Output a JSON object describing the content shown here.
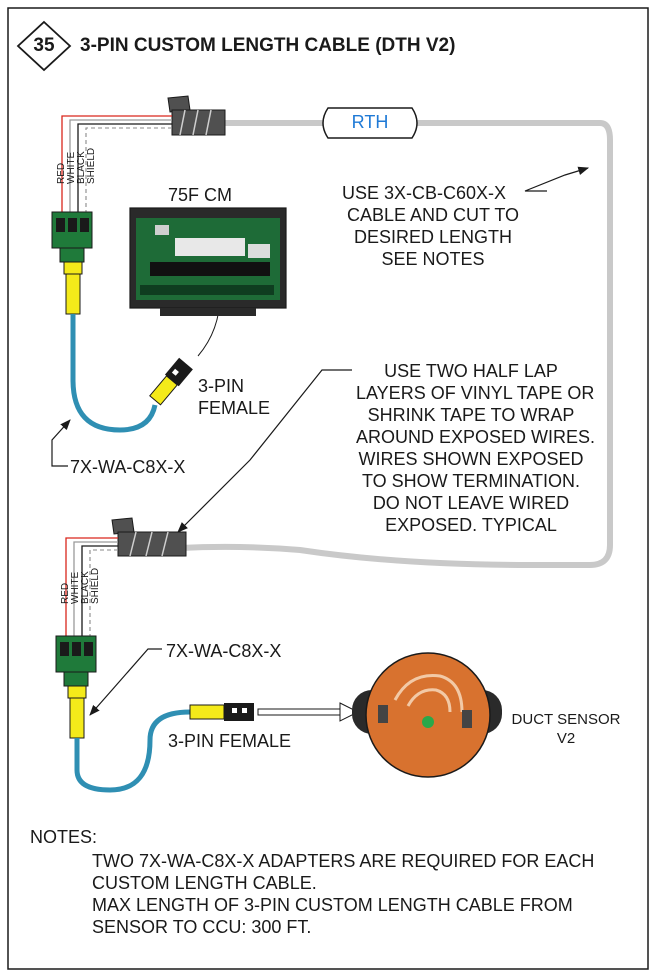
{
  "header": {
    "badge_number": "35",
    "title": "3-PIN CUSTOM LENGTH CABLE (DTH V2)"
  },
  "labels": {
    "rth": "RTH",
    "cm_title": "75F CM",
    "cable_note": [
      "USE 3X-CB-C60X-X",
      "CABLE AND CUT TO",
      "DESIRED LENGTH",
      "SEE NOTES"
    ],
    "female_top": [
      "3-PIN",
      "FEMALE"
    ],
    "adapter_top": "7X-WA-C8X-X",
    "tape_note": [
      "USE TWO HALF LAP",
      "LAYERS OF VINYL TAPE OR",
      "SHRINK TAPE TO WRAP",
      "AROUND EXPOSED WIRES.",
      "WIRES SHOWN EXPOSED",
      "TO SHOW TERMINATION.",
      "DO NOT LEAVE WIRED",
      "EXPOSED. TYPICAL"
    ],
    "adapter_bottom": "7X-WA-C8X-X",
    "female_bottom": "3-PIN FEMALE",
    "duct_sensor": [
      "DUCT SENSOR",
      "V2"
    ],
    "wire_colors": [
      "RED",
      "WHITE",
      "BLACK",
      "SHIELD"
    ]
  },
  "notes": {
    "heading": "NOTES:",
    "lines": [
      "TWO 7X-WA-C8X-X ADAPTERS ARE REQUIRED FOR EACH",
      "CUSTOM LENGTH CABLE.",
      "MAX LENGTH OF 3-PIN CUSTOM LENGTH CABLE FROM",
      "SENSOR TO CCU: 300 FT."
    ]
  },
  "colors": {
    "border": "#1a1a1a",
    "cable_gray": "#c9c9c9",
    "cable_blue": "#2f8fb3",
    "connector_yellow": "#f4ea1a",
    "pcb_green": "#1f7a3a",
    "sensor_orange": "#d8722f",
    "rth_text": "#1f7ad6",
    "wire_red": "#d9261c"
  }
}
